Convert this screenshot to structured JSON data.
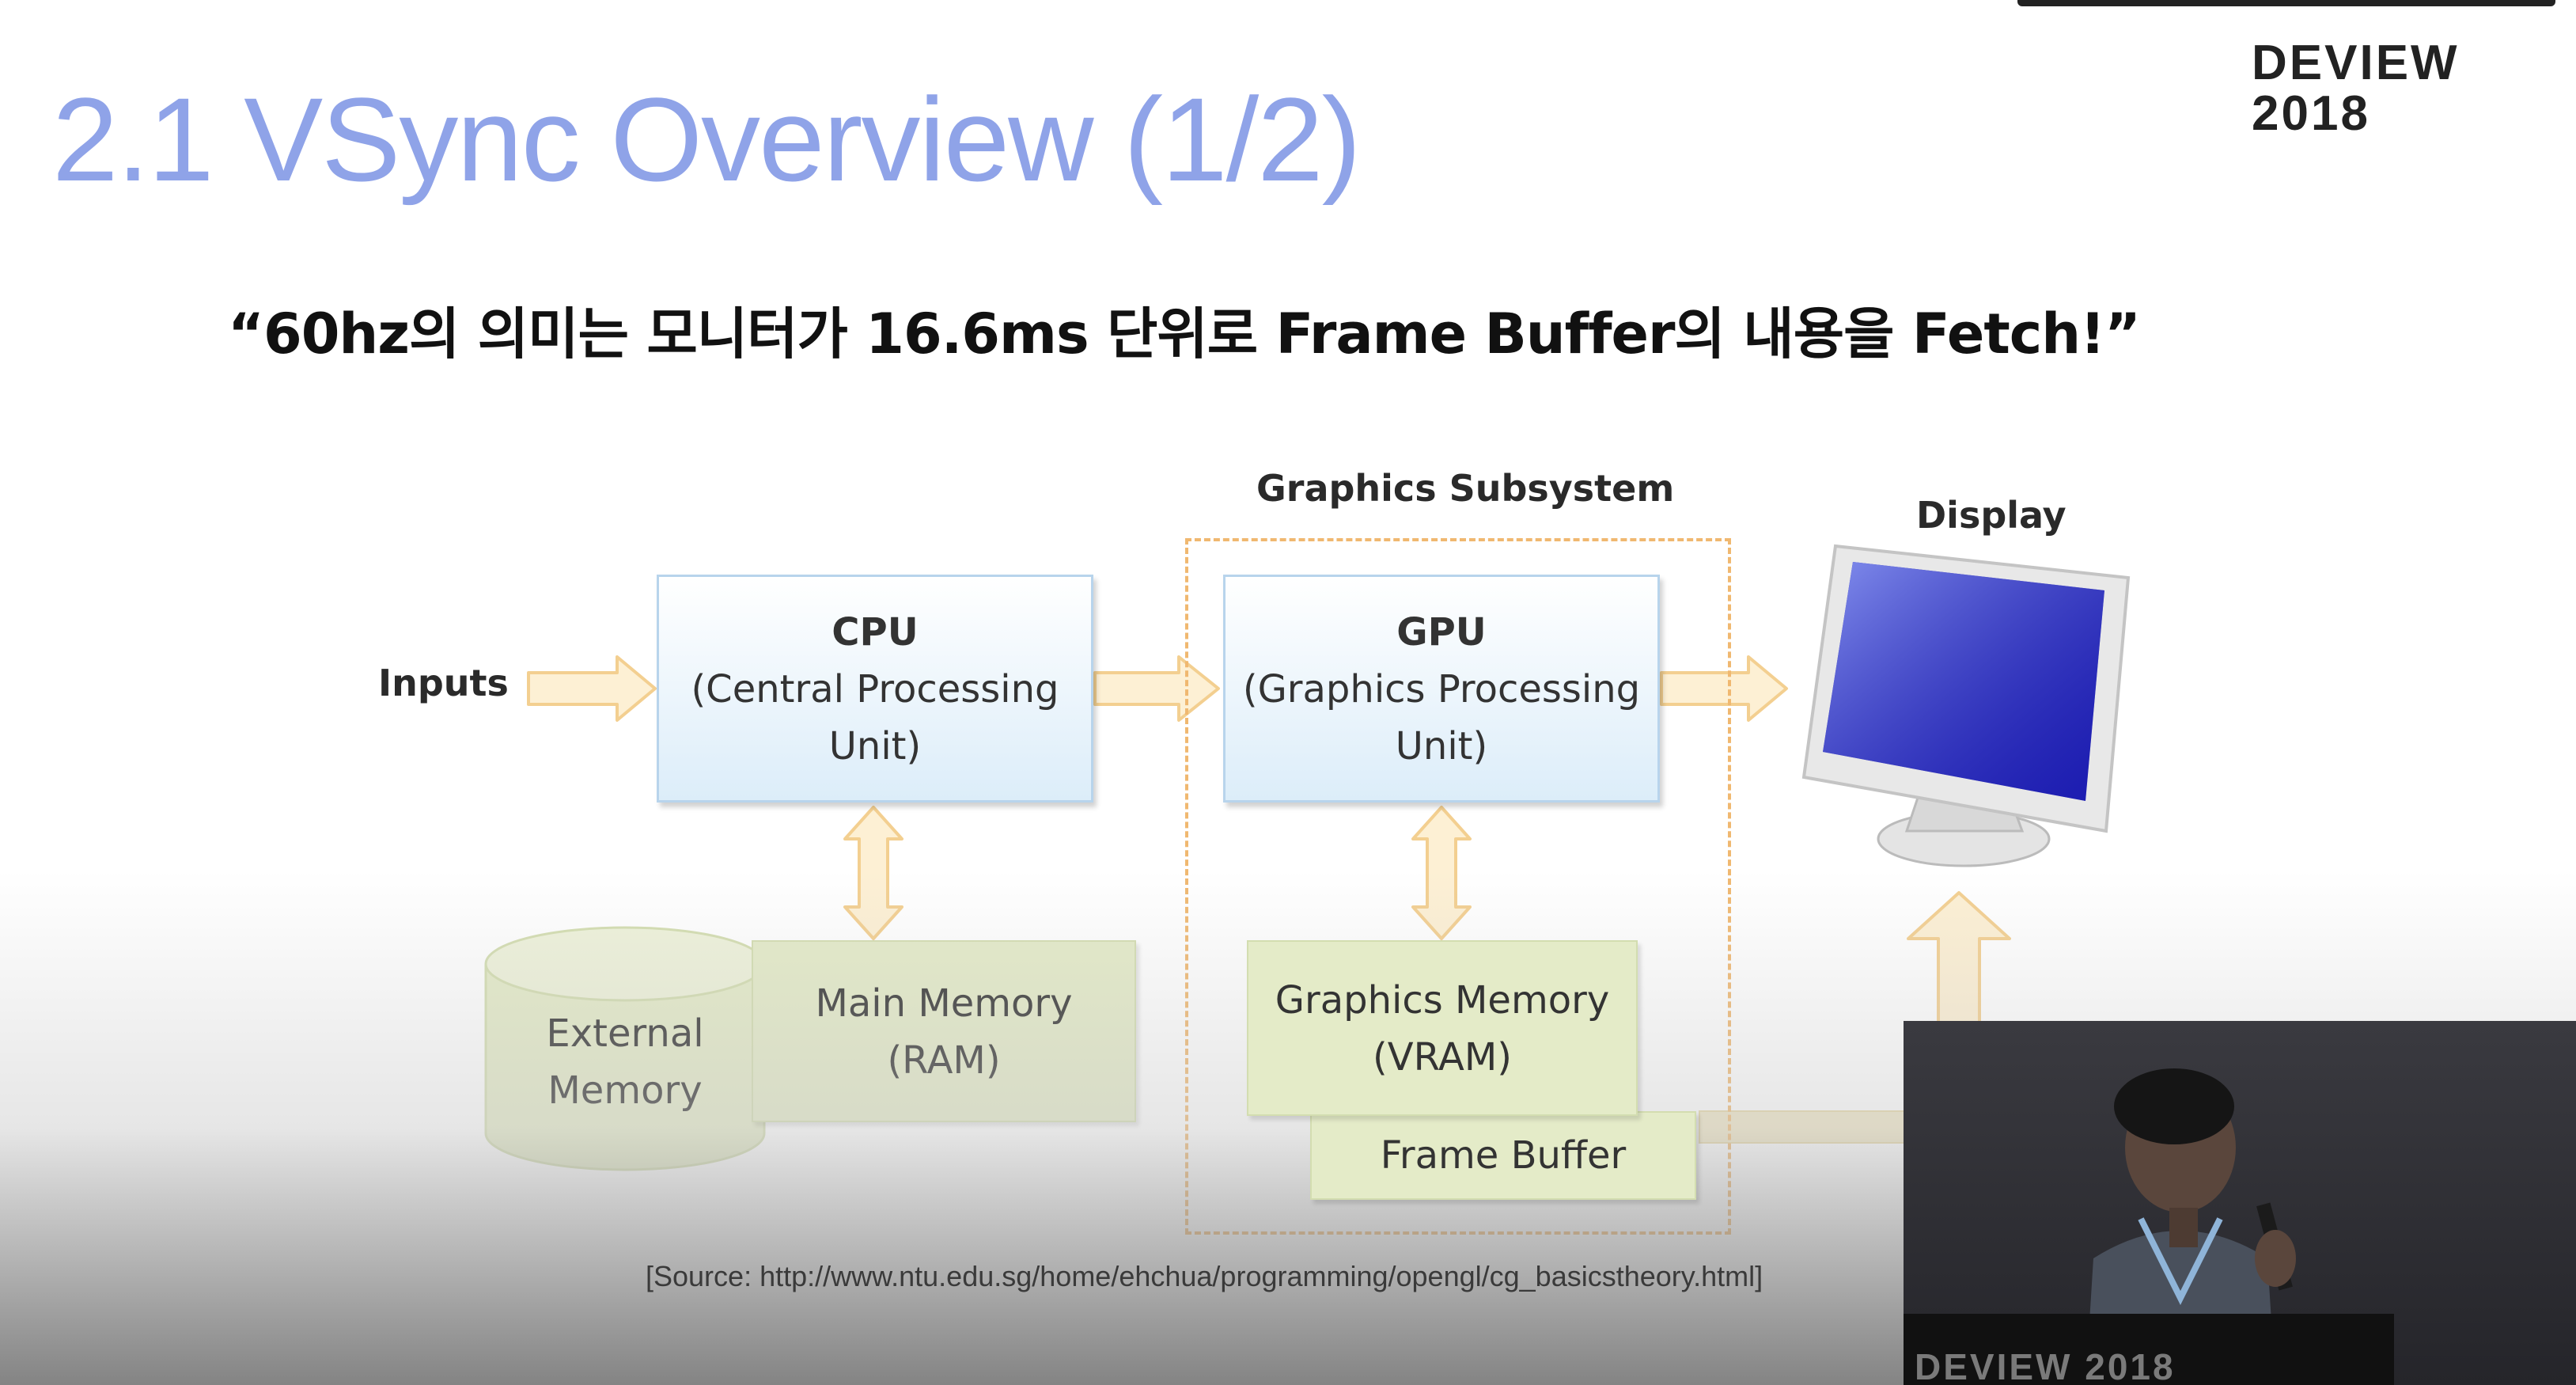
{
  "slide": {
    "title": "2.1 VSync Overview (1/2)",
    "logo_line1": "DEVIEW",
    "logo_line2": "2018",
    "subtitle": "“60hz의 의미는 모니터가 16.6ms 단위로 Frame Buffer의 내용을 Fetch!”",
    "source": "[Source: http://www.ntu.edu.sg/home/ehchua/programming/opengl/cg_basicstheory.html]"
  },
  "diagram": {
    "inputs_label": "Inputs",
    "subsystem_label": "Graphics Subsystem",
    "display_label": "Display",
    "cpu": {
      "title": "CPU",
      "line1": "(Central Processing",
      "line2": "Unit)"
    },
    "gpu": {
      "title": "GPU",
      "line1": "(Graphics Processing",
      "line2": "Unit)"
    },
    "external_memory": {
      "line1": "External",
      "line2": "Memory"
    },
    "main_memory": {
      "line1": "Main Memory",
      "line2": "(RAM)"
    },
    "graphics_memory": {
      "line1": "Graphics Memory",
      "line2": "(VRAM)"
    },
    "frame_buffer": "Frame Buffer",
    "colors": {
      "arrow_fill": "#fdf0d4",
      "arrow_stroke": "#f3cf90",
      "proc_border": "#b8d4ec",
      "mem_fill": "#e4ebc8",
      "dashed": "#f0b870",
      "title": "#8fa3e8"
    }
  },
  "video_overlay": {
    "banner_text": "DEVIEW 2018"
  }
}
